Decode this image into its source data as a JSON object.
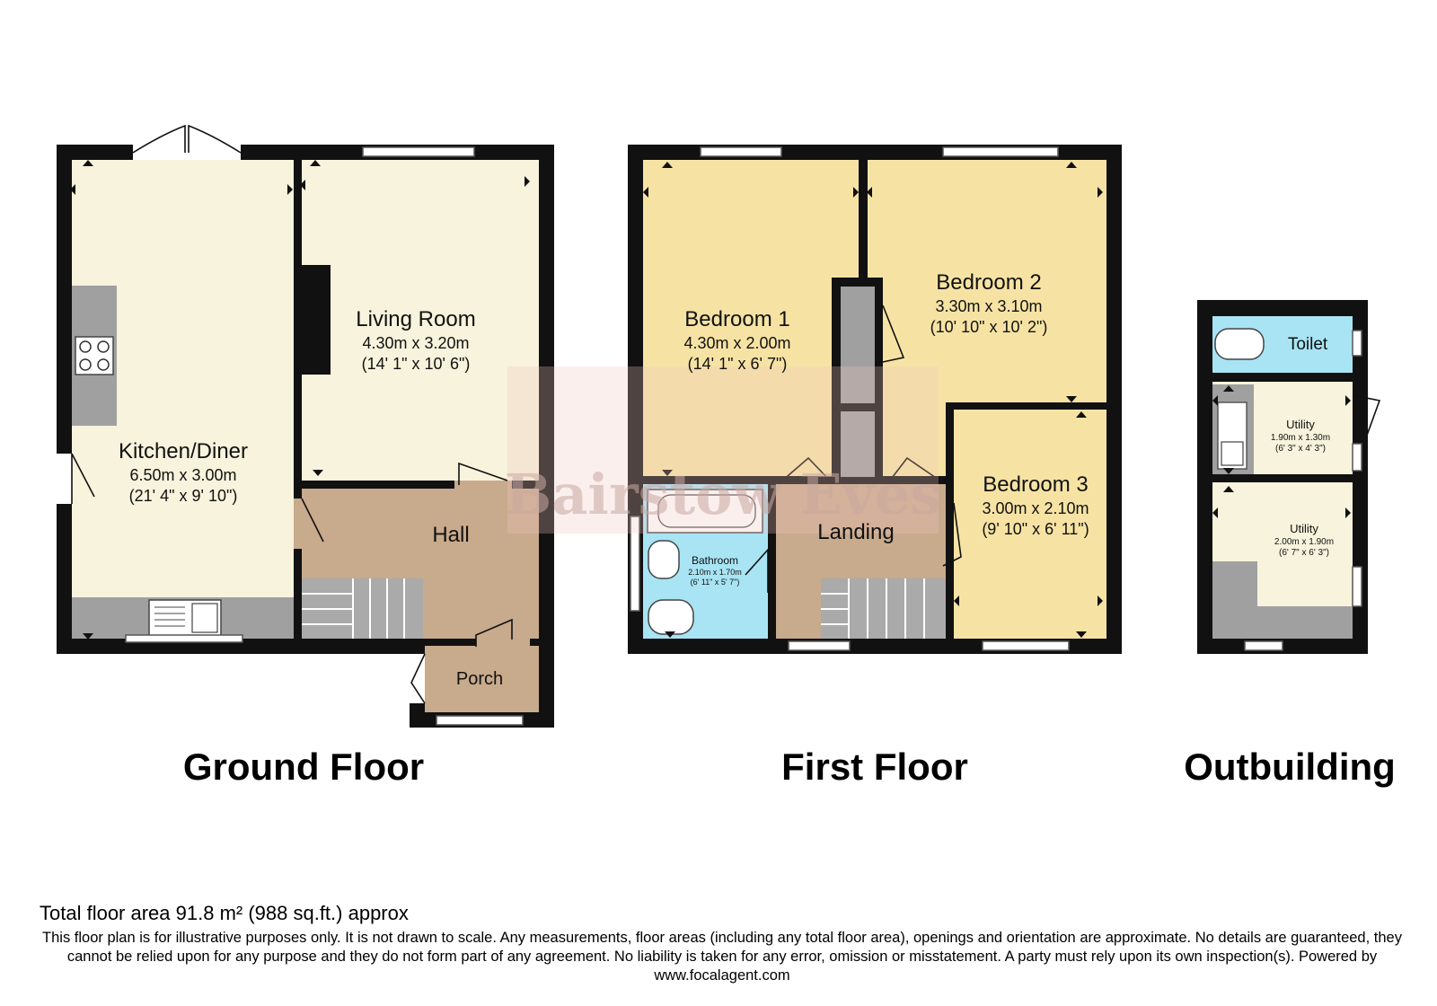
{
  "floors": {
    "ground": "Ground Floor",
    "first": "First Floor",
    "outbuilding": "Outbuilding"
  },
  "rooms": {
    "kitchen": {
      "name": "Kitchen/Diner",
      "metric": "6.50m x 3.00m",
      "imperial": "(21' 4\" x 9' 10\")"
    },
    "living": {
      "name": "Living Room",
      "metric": "4.30m x 3.20m",
      "imperial": "(14' 1\" x 10' 6\")"
    },
    "hall": {
      "name": "Hall"
    },
    "porch": {
      "name": "Porch"
    },
    "bedroom1": {
      "name": "Bedroom 1",
      "metric": "4.30m x 2.00m",
      "imperial": "(14' 1\" x 6' 7\")"
    },
    "bedroom2": {
      "name": "Bedroom 2",
      "metric": "3.30m x 3.10m",
      "imperial": "(10' 10\" x 10' 2\")"
    },
    "bedroom3": {
      "name": "Bedroom 3",
      "metric": "3.00m x 2.10m",
      "imperial": "(9' 10\" x 6' 11\")"
    },
    "bathroom": {
      "name": "Bathroom",
      "metric": "2.10m x 1.70m",
      "imperial": "(6' 11\" x 5' 7\")"
    },
    "landing": {
      "name": "Landing"
    },
    "toilet": {
      "name": "Toilet"
    },
    "utility1": {
      "name": "Utility",
      "metric": "1.90m x 1.30m",
      "imperial": "(6' 3\" x 4' 3\")"
    },
    "utility2": {
      "name": "Utility",
      "metric": "2.00m x 1.90m",
      "imperial": "(6' 7\" x 6' 3\")"
    }
  },
  "colors": {
    "kitchen": "#f7f3dc",
    "living": "#f7f3dc",
    "hall": "#c8aa8c",
    "bedroom": "#f6e3a4",
    "bathroom": "#a8e4f4",
    "toilet": "#a8e4f4",
    "utility": "#f7f3dc",
    "counter": "#a0a0a0",
    "wall": "#111111"
  },
  "watermark": "Bairstow Eves",
  "footer": {
    "total": "Total floor area 91.8 m² (988 sq.ft.) approx",
    "disclaimer": "This floor plan is for illustrative purposes only. It is not drawn to scale. Any measurements, floor areas (including any total floor area), openings and orientation are approximate. No details are guaranteed, they cannot be relied upon for any purpose and they do not form part of any agreement. No liability is taken for any error, omission or misstatement. A party must rely upon its own inspection(s). Powered by www.focalagent.com"
  }
}
